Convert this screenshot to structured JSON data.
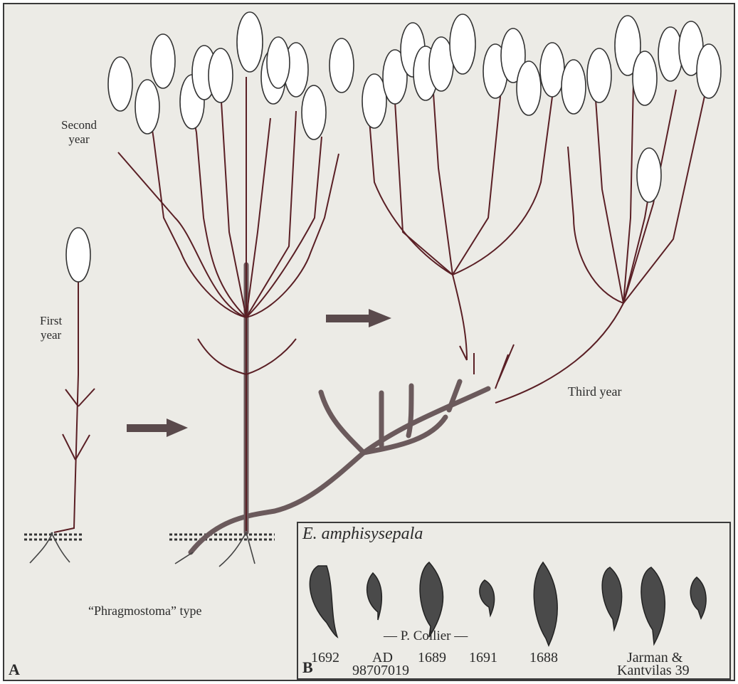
{
  "panel_a": {
    "letter": "A",
    "label_second_year": [
      "Second",
      "year"
    ],
    "label_first_year": [
      "First",
      "year"
    ],
    "label_third_year": "Third year",
    "caption": "“Phragmostoma” type"
  },
  "panel_b": {
    "letter": "B",
    "species": "E. amphisysepala",
    "collector": "— P. Collier —",
    "specimens": [
      "1692",
      "AD",
      "98707019",
      "1689",
      "1691",
      "1688",
      "Jarman &",
      "Kantvilas 39"
    ]
  },
  "colors": {
    "stem": "#5a1f25",
    "background": "#ecebe6",
    "leaf": "#4a4a4a",
    "rhizome": "#6b5a5c"
  }
}
